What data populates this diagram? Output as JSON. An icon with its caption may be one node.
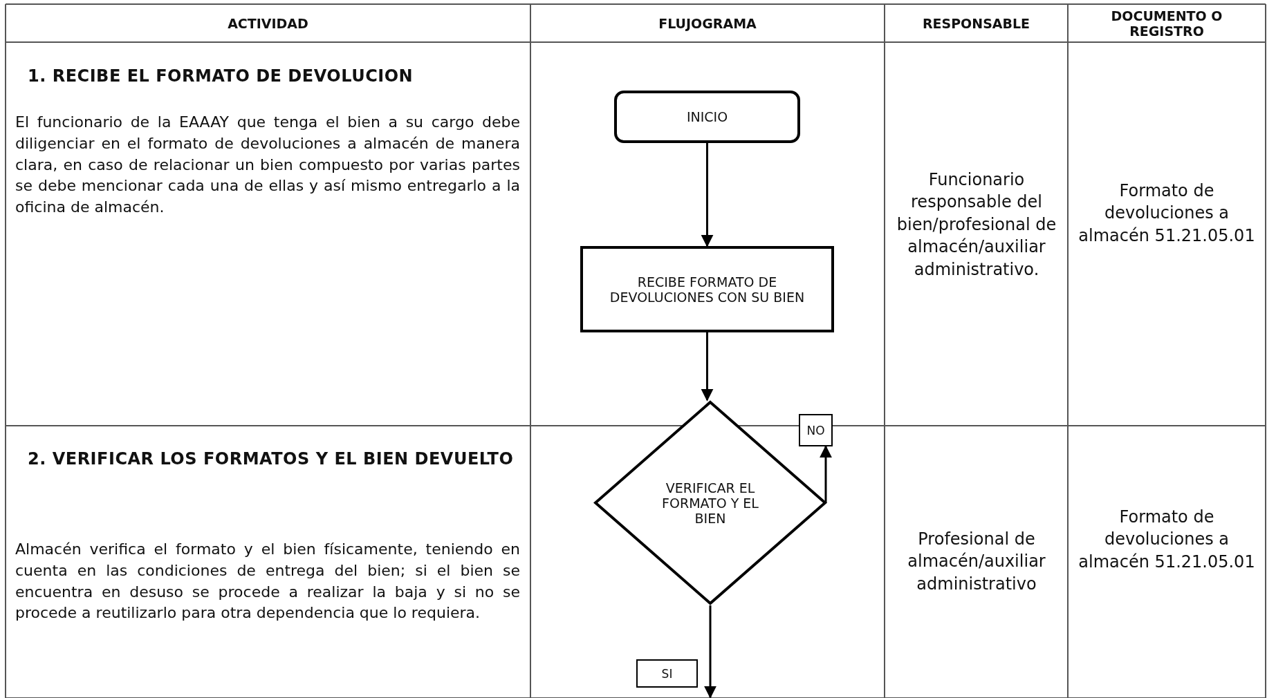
{
  "diagram": {
    "nodes": [
      {
        "text": [
          "INICIO"
        ]
      },
      {
        "text": [
          "RECIBE FORMATO DE DEVOLUCIONES CON SU BIEN"
        ]
      },
      {
        "text": [
          "VERIFICAR EL FORMATO Y EL BIEN"
        ]
      },
      {
        "text": [
          "NO"
        ]
      },
      {
        "text": [
          "SI"
        ]
      }
    ],
    "edges": [
      {
        "from": 0,
        "to": 1,
        "arrow": "to"
      },
      {
        "from": 1,
        "to": 2,
        "arrow": "to"
      },
      {
        "from": 2,
        "to": 3,
        "arrow": "to"
      },
      {
        "from": 2,
        "to": 4,
        "arrow": "to"
      }
    ],
    "labels": [
      "ACTIVIDAD",
      "FLUJOGRAMA",
      "RESPONSABLE",
      "DOCUMENTO O REGISTRO",
      "1. RECIBE EL FORMATO DE DEVOLUCION",
      "El funcionario de la EAAAY que tenga el bien a su cargo debe diligenciar en el formato de devoluciones a almacén de manera clara, en caso de relacionar un bien compuesto por varias partes se debe mencionar cada una de ellas y así mismo entregarlo a la oficina de almacén.",
      "Funcionario responsable del bien/profesional de almacén/auxiliar administrativo.",
      "Formato de devoluciones a almacén 51.21.05.01",
      "2. VERIFICAR LOS FORMATOS Y EL BIEN DEVUELTO",
      "Almacén verifica el formato y el bien físicamente, teniendo en cuenta en las condiciones de entrega del bien; si el bien se encuentra en desuso se procede a realizar la baja y si no se procede a reutilizarlo para otra dependencia que lo requiera.",
      "Profesional de almacén/auxiliar administrativo",
      "Formato de devoluciones a almacén 51.21.05.01"
    ]
  }
}
